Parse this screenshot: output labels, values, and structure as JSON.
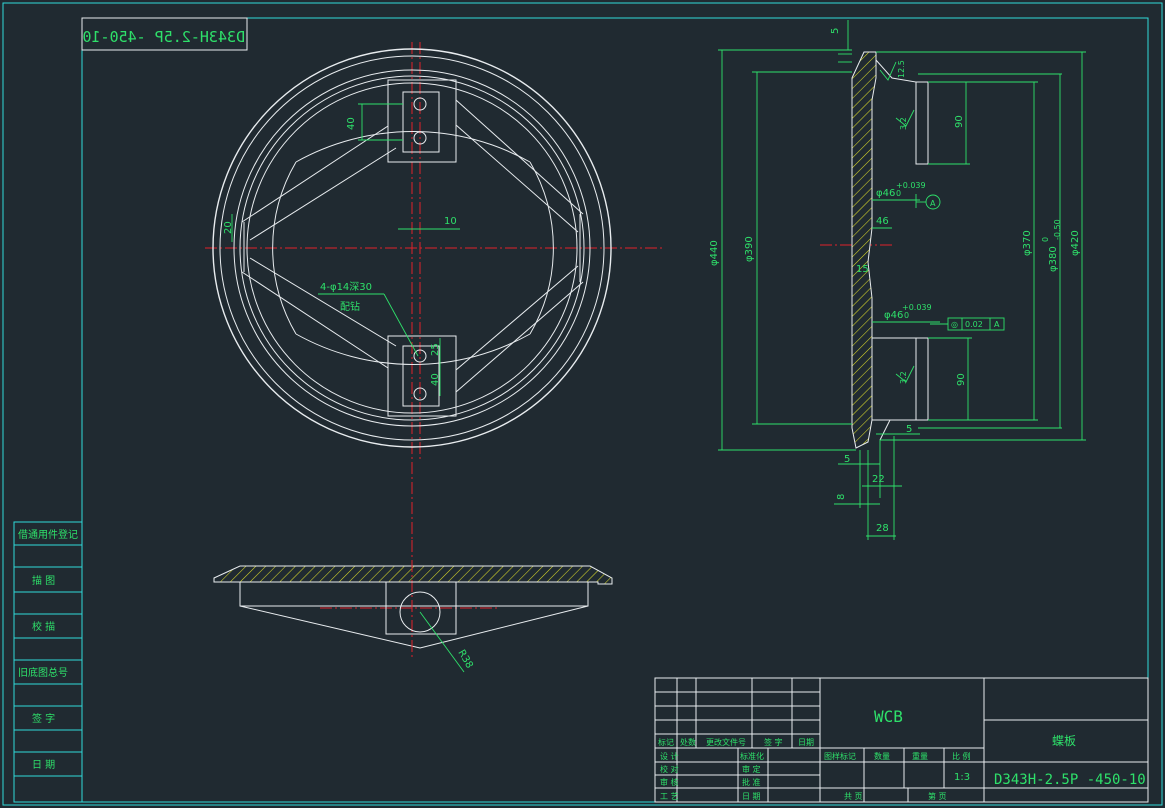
{
  "drawing": {
    "code_mirrored": "D343H-2.5P -450-10",
    "material": "WCB",
    "part_name": "蝶板",
    "scale": "1:3",
    "title_code": "D343H-2.5P -450-10"
  },
  "left_column": {
    "items": [
      "借通用件登记",
      "描  图",
      "校  描",
      "旧底图总号",
      "签  字",
      "日  期"
    ]
  },
  "front_view": {
    "dim_40_top": "40",
    "dim_10": "10",
    "dim_20": "20",
    "note_line1": "4-φ14深30",
    "note_line2": "配钻",
    "dim_25": "25",
    "dim_40_bottom": "40"
  },
  "section_view": {
    "dim_5_top": "5",
    "dim_phi440": "φ440",
    "dim_phi390": "φ390",
    "dim_phi370": "φ370",
    "dim_phi380": "φ380",
    "tol_phi380_upper": "0",
    "tol_phi380_lower": "-0.50",
    "dim_phi420": "φ420",
    "dim_90_top": "90",
    "dim_90_bottom": "90",
    "rough_12_5": "12.5",
    "rough_3_2_top": "3.2",
    "rough_3_2_bottom": "3.2",
    "dim_phi46_top": "φ46",
    "tol_phi46_top_upper": "+0.039",
    "tol_phi46_top_lower": "0",
    "datum_A": "A",
    "dim_46": "46",
    "dim_15": "15",
    "dim_phi46_bottom": "φ46",
    "tol_phi46_bottom_upper": "+0.039",
    "tol_phi46_bottom_lower": "0",
    "coax_symbol": "◎",
    "coax_tol": "0.02",
    "coax_datum": "A",
    "dim_5_right": "5",
    "dim_5_bottom": "5",
    "dim_8": "8",
    "dim_22": "22",
    "dim_28": "28"
  },
  "bottom_view": {
    "dim_R38": "R38"
  },
  "title_block": {
    "hdr_mark": "标记",
    "hdr_count": "处数",
    "hdr_file": "更改文件号",
    "hdr_sign": "签  字",
    "hdr_date": "日期",
    "r_design": "设  计",
    "r_check": "校  对",
    "r_review": "审  核",
    "r_process": "工  艺",
    "r_std": "标准化",
    "r_audit": "审  定",
    "r_approve": "批  准",
    "r_date": "日  期",
    "c_stage": "图样标记",
    "c_qty": "数量",
    "c_weight": "重量",
    "c_scale": "比  例",
    "c_total": "共     页",
    "c_page": "第     页"
  },
  "colors": {
    "background": "#202a31",
    "frame": "#2fd9d9",
    "outline": "#e8ecef",
    "dimension": "#2ee06a",
    "centerline": "#e0222a",
    "hatch": "#d9d92a"
  }
}
